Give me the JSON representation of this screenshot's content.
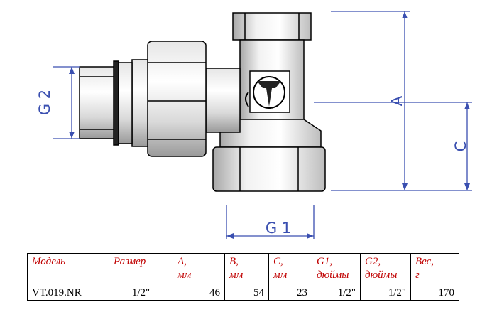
{
  "dimensions": {
    "g2": "G 2",
    "g1": "G 1",
    "a": "A",
    "c": "C"
  },
  "logo_text": "VT",
  "colors": {
    "dimension": "#3a4fb0",
    "header_text": "#c00000",
    "outline": "#000000"
  },
  "table": {
    "headers": [
      {
        "line1": "Модель",
        "line2": ""
      },
      {
        "line1": "Размер",
        "line2": ""
      },
      {
        "line1": "A,",
        "line2": "мм"
      },
      {
        "line1": "B,",
        "line2": "мм"
      },
      {
        "line1": "C,",
        "line2": "мм"
      },
      {
        "line1": "G1,",
        "line2": "дюймы"
      },
      {
        "line1": "G2,",
        "line2": "дюймы"
      },
      {
        "line1": "Вес,",
        "line2": "г"
      }
    ],
    "row": [
      "VT.019.NR",
      "1/2\"",
      "46",
      "54",
      "23",
      "1/2\"",
      "1/2\"",
      "170"
    ]
  }
}
